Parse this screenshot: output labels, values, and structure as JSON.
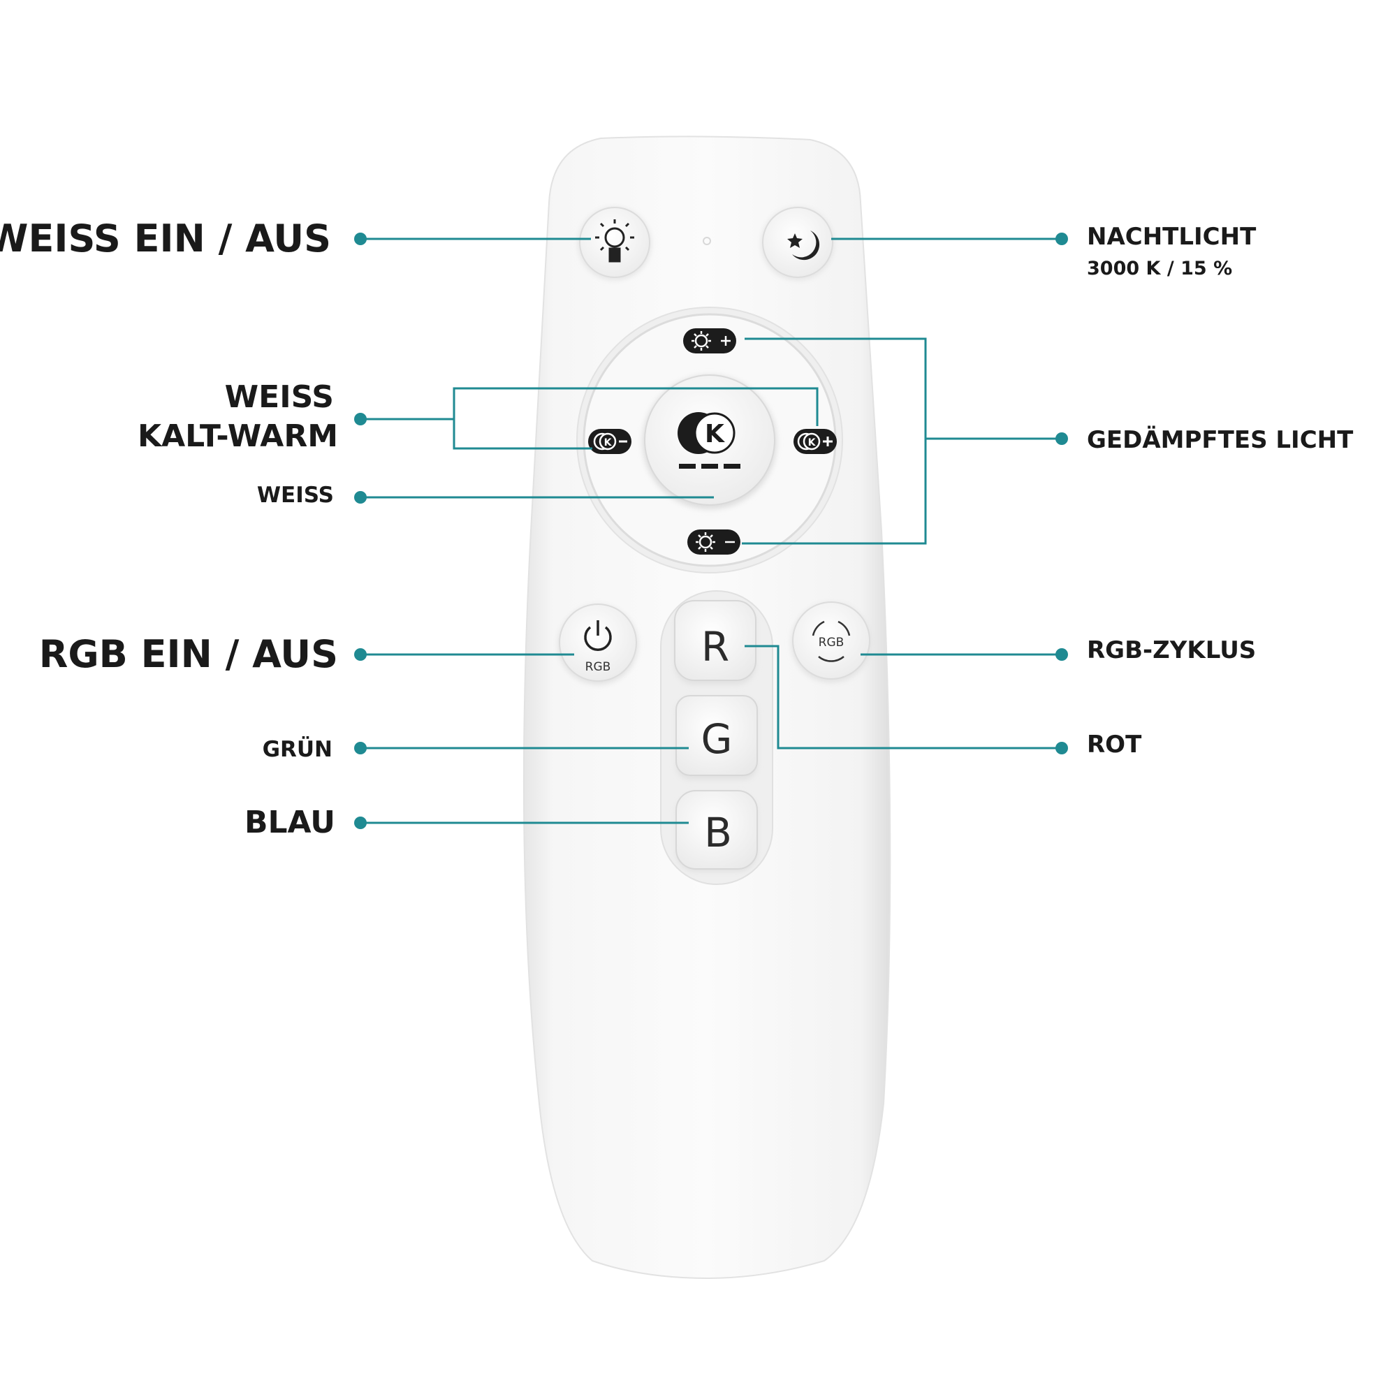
{
  "labels": {
    "white_on_off": "WEISS EIN / AUS",
    "night_light": "NACHTLICHT",
    "night_light_sub": "3000 K / 15 %",
    "white_cold_warm_line1": "WEISS",
    "white_cold_warm_line2": "KALT-WARM",
    "dimmed_light": "GEDÄMPFTES LICHT",
    "white": "WEISS",
    "rgb_on_off": "RGB EIN / AUS",
    "rgb_cycle": "RGB-ZYKLUS",
    "green": "GRÜN",
    "red": "ROT",
    "blue": "BLAU"
  },
  "remote": {
    "btn_r": "R",
    "btn_g": "G",
    "btn_b": "B",
    "rgb_power_text": "RGB",
    "rgb_cycle_text": "RGB",
    "center_k": "K"
  },
  "icons": {
    "white_power": "bulb-icon",
    "night": "moon-star-icon",
    "brightness_up": "sun-plus-icon",
    "brightness_down": "sun-minus-icon",
    "cct_minus": "cct-minus-icon",
    "cct_plus": "cct-plus-icon",
    "rgb_power": "power-icon",
    "rgb_cycle": "cycle-icon"
  },
  "colors": {
    "accent": "#1f8a92",
    "label": "#1a1a1a",
    "remote_body": "#f4f4f4",
    "chip": "#1c1c1c"
  }
}
